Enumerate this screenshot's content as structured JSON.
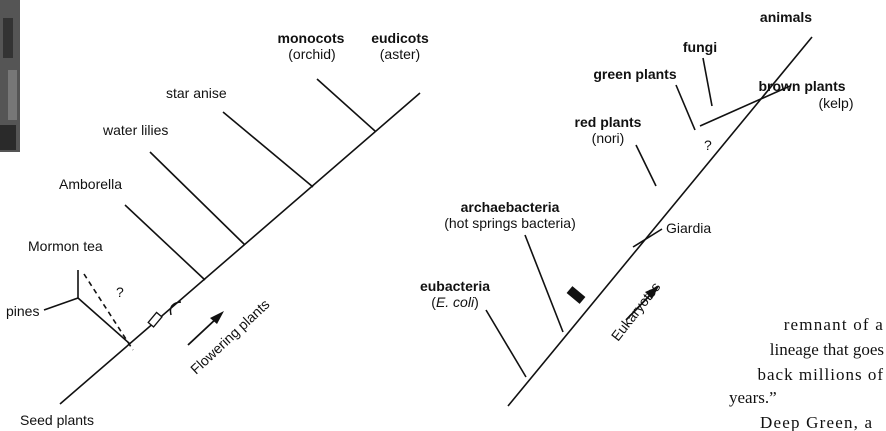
{
  "plant_tree": {
    "root": "Seed plants",
    "pines": "pines",
    "mormon_tea": "Mormon tea",
    "question": "?",
    "amborella": "Amborella",
    "water_lilies": "water lilies",
    "star_anise": "star anise",
    "monocots": "monocots",
    "monocots_example": "(orchid)",
    "eudicots": "eudicots",
    "eudicots_example": "(aster)",
    "arrow_label": "Flowering plants"
  },
  "life_tree": {
    "eubacteria": "eubacteria",
    "eubacteria_example": "E. coli",
    "archaebacteria": "archaebacteria",
    "archaebacteria_example": "(hot springs bacteria)",
    "giardia": "Giardia",
    "red_plants": "red plants",
    "red_plants_example": "(nori)",
    "green_plants": "green plants",
    "fungi": "fungi",
    "animals": "animals",
    "brown_plants": "brown plants",
    "brown_plants_example": "(kelp)",
    "question": "?",
    "arrow_label": "Eukaryotes"
  },
  "side_text": {
    "line1": "remnant of a",
    "line2": "lineage that goes",
    "line3": "back millions of",
    "line4": "years.”",
    "line5": "Deep Green, a"
  }
}
